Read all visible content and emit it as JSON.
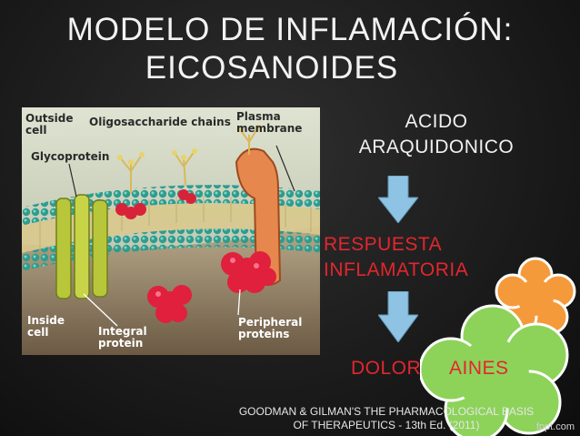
{
  "slide": {
    "title_line1": "MODELO DE INFLAMACIÓN:",
    "title_line2": "EICOSANOIDES"
  },
  "membrane_labels": {
    "outside_cell": "Outside cell",
    "oligosaccharide_chains": "Oligosaccharide chains",
    "plasma_membrane": "Plasma membrane",
    "glycoprotein": "Glycoprotein",
    "inside_cell": "Inside cell",
    "integral_protein": "Integral protein",
    "peripheral_proteins": "Peripheral proteins"
  },
  "flow": {
    "step1_line1": "ACIDO",
    "step1_line2": "ARAQUIDONICO",
    "step2_line1": "RESPUESTA",
    "step2_line2": "INFLAMATORIA",
    "step3": "DOLOR",
    "inhibitor": "AINES"
  },
  "footer": {
    "line1": "GOODMAN & GILMAN'S THE PHARMACOLOGICAL BASIS",
    "line2": "OF THERAPEUTICS - 13th Ed. (2011)"
  },
  "watermark": "fppt.com",
  "colors": {
    "accent_red": "#e3262e",
    "arrow_blue": "#8fc3e3",
    "flower_green": "#8dd35a",
    "flower_orange": "#f59a3a"
  },
  "icons": [
    "down-arrow-icon",
    "flower-shape-icon"
  ]
}
